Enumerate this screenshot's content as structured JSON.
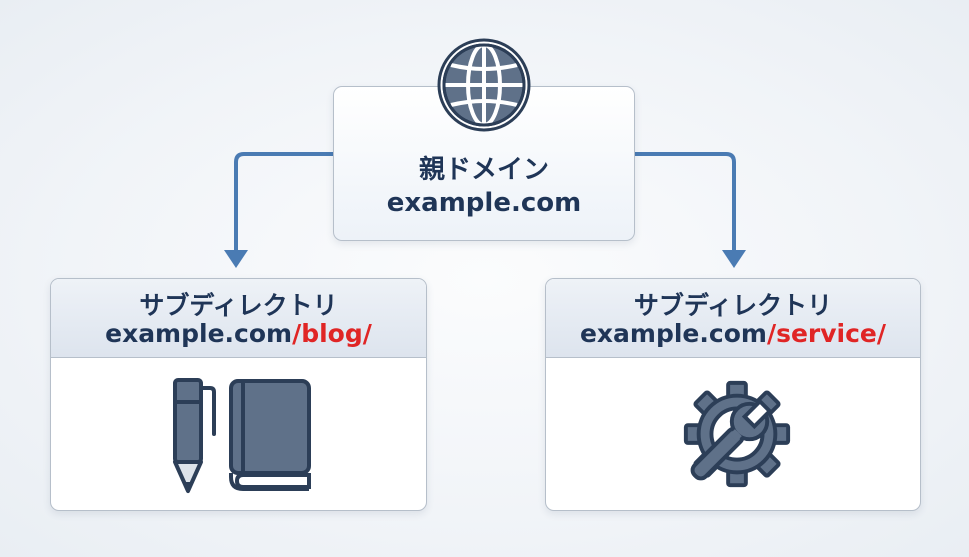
{
  "parent": {
    "title": "親ドメイン",
    "domain": "example.com",
    "icon": "globe-icon"
  },
  "children": [
    {
      "title": "サブディレクトリ",
      "domain": "example.com",
      "path": "/blog/",
      "icons": [
        "pen-icon",
        "book-icon"
      ]
    },
    {
      "title": "サブディレクトリ",
      "domain": "example.com",
      "path": "/service/",
      "icons": [
        "gear-wrench-icon"
      ]
    }
  ],
  "colors": {
    "text": "#1f3557",
    "path_highlight": "#e02525",
    "connector": "#4a7bb3",
    "icon_fill": "#5f7189",
    "icon_stroke": "#2c3e57"
  }
}
